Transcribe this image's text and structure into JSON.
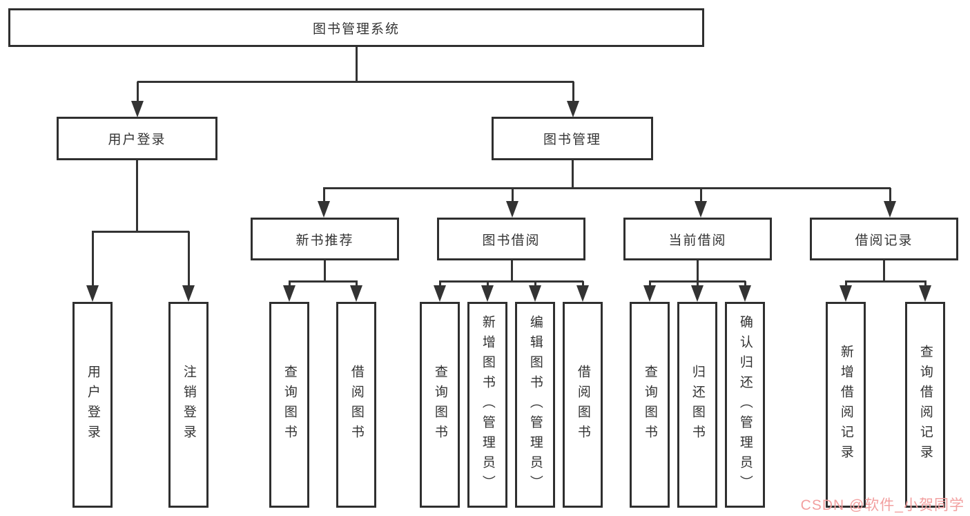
{
  "colors": {
    "line": "#333333",
    "box_border": "#2f2f2f",
    "text": "#333333",
    "background": "#ffffff",
    "watermark": "#f2a0a0"
  },
  "watermark": {
    "text": "CSDN @软件_小贺同学"
  },
  "tree": {
    "root": {
      "label": "图书管理系统",
      "children": [
        {
          "label": "用户登录",
          "children": [
            {
              "label": "用户登录"
            },
            {
              "label": "注销登录"
            }
          ]
        },
        {
          "label": "图书管理",
          "children": [
            {
              "label": "新书推荐",
              "children": [
                {
                  "label": "查询图书"
                },
                {
                  "label": "借阅图书"
                }
              ]
            },
            {
              "label": "图书借阅",
              "children": [
                {
                  "label": "查询图书"
                },
                {
                  "label": "新增图书（管理员）"
                },
                {
                  "label": "编辑图书（管理员）"
                },
                {
                  "label": "借阅图书"
                }
              ]
            },
            {
              "label": "当前借阅",
              "children": [
                {
                  "label": "查询图书"
                },
                {
                  "label": "归还图书"
                },
                {
                  "label": "确认归还（管理员）"
                }
              ]
            },
            {
              "label": "借阅记录",
              "children": [
                {
                  "label": "新增借阅记录"
                },
                {
                  "label": "查询借阅记录"
                }
              ]
            }
          ]
        }
      ]
    }
  }
}
